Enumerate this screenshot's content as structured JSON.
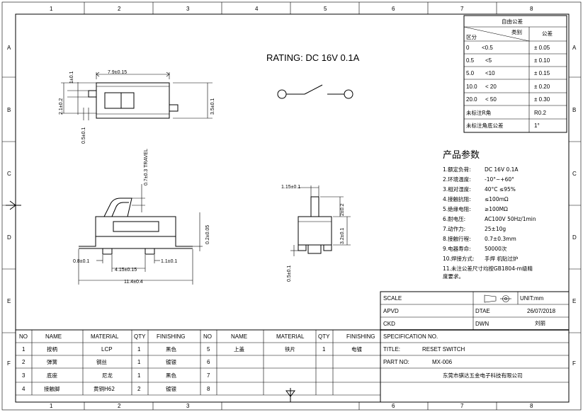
{
  "frame": {
    "col_markers": [
      "1",
      "2",
      "3",
      "4",
      "5",
      "6",
      "7",
      "8"
    ],
    "row_markers": [
      "A",
      "B",
      "C",
      "D",
      "E",
      "F"
    ]
  },
  "rating": "RATING: DC  16V  0.1A",
  "dims": {
    "top_width": "7.9±0.15",
    "top_1": "1±0.1",
    "top_2_1": "2.1±0.2",
    "top_3_5": "3.5±0.1",
    "top_0_5": "0.5±0.1",
    "travel": "0.7±0.3 TRAVEL",
    "front_0_2": "0.2±0.05",
    "front_0_8": "0.8±0.1",
    "front_4_15": "4.15±0.15",
    "front_1_1": "1.1±0.1",
    "front_11_4": "11.4±0.4",
    "side_1_15": "1.15±0.1",
    "side_2": "2±0.2",
    "side_3_2": "3.2±0.1",
    "side_0_5": "0.5±0.1"
  },
  "tolerance": {
    "title": "自由公差",
    "col_class": "类别",
    "col_div": "区分",
    "col_tol": "公差",
    "rows": [
      {
        "a": "0",
        "b": "<0.5",
        "tol": "± 0.05"
      },
      {
        "a": "0.5",
        "b": "<5",
        "tol": "± 0.10"
      },
      {
        "a": "5.0",
        "b": "<10",
        "tol": "± 0.15"
      },
      {
        "a": "10.0",
        "b": "< 20",
        "tol": "± 0.20"
      },
      {
        "a": "20.0",
        "b": "< 50",
        "tol": "± 0.30"
      }
    ],
    "r_label": "未标注R角",
    "r_value": "R0.2",
    "angle_label": "未标注角底公差",
    "angle_value": "1°"
  },
  "params": {
    "title": "产品参数",
    "items": [
      {
        "label": "1.额定负荷:",
        "value": "DC  16V  0.1A"
      },
      {
        "label": "2.环境温度:",
        "value": "-10°~+60°"
      },
      {
        "label": "3.相对湿度:",
        "value": "40°C  ≤95%"
      },
      {
        "label": "4.接触抗阻:",
        "value": "≤100mΩ"
      },
      {
        "label": "5.绝缘电阻:",
        "value": "≥100MΩ"
      },
      {
        "label": "6.耐电压:",
        "value": "AC100V  50Hz/1min"
      },
      {
        "label": "7.动作力:",
        "value": "25±10g"
      },
      {
        "label": "8.接触行程:",
        "value": "0.7±0.3mm"
      },
      {
        "label": "9.电器寿命:",
        "value": "50000次"
      },
      {
        "label": "10.焊接方式:",
        "value": "手焊  机贴过炉"
      }
    ],
    "note_line1": "11.未注公差尺寸均按GB1804-m级精",
    "note_line2": "度要求。"
  },
  "titleblock": {
    "scale": "SCALE",
    "unit": "UNIT:mm",
    "apvd": "APVD",
    "dtae": "DTAE",
    "date": "26/07/2018",
    "ckd": "CKD",
    "dwn": "DWN",
    "dwn_name": "刘丽",
    "spec": "SPECIFICATION NO.",
    "title_label": "TITLE:",
    "title_value": "RESET SWITCH",
    "part_label": "PART NO:",
    "part_value": "MX-006",
    "company": "东莞市骐达五金电子科技有限公司"
  },
  "bom": {
    "headers": [
      "NO",
      "NAME",
      "MATERIAL",
      "QTY",
      "FINISHING",
      "NO",
      "NAME",
      "MATERIAL",
      "QTY",
      "FINISHING"
    ],
    "rows": [
      [
        "1",
        "按柄",
        "LCP",
        "1",
        "黑色",
        "5",
        "上盖",
        "铁片",
        "1",
        "电镀"
      ],
      [
        "2",
        "弹簧",
        "钢丝",
        "1",
        "镀银",
        "6",
        "",
        "",
        "",
        ""
      ],
      [
        "3",
        "底座",
        "尼龙",
        "1",
        "黑色",
        "7",
        "",
        "",
        "",
        ""
      ],
      [
        "4",
        "接触脚",
        "黄铜H62",
        "2",
        "镀银",
        "8",
        "",
        "",
        "",
        ""
      ]
    ]
  }
}
